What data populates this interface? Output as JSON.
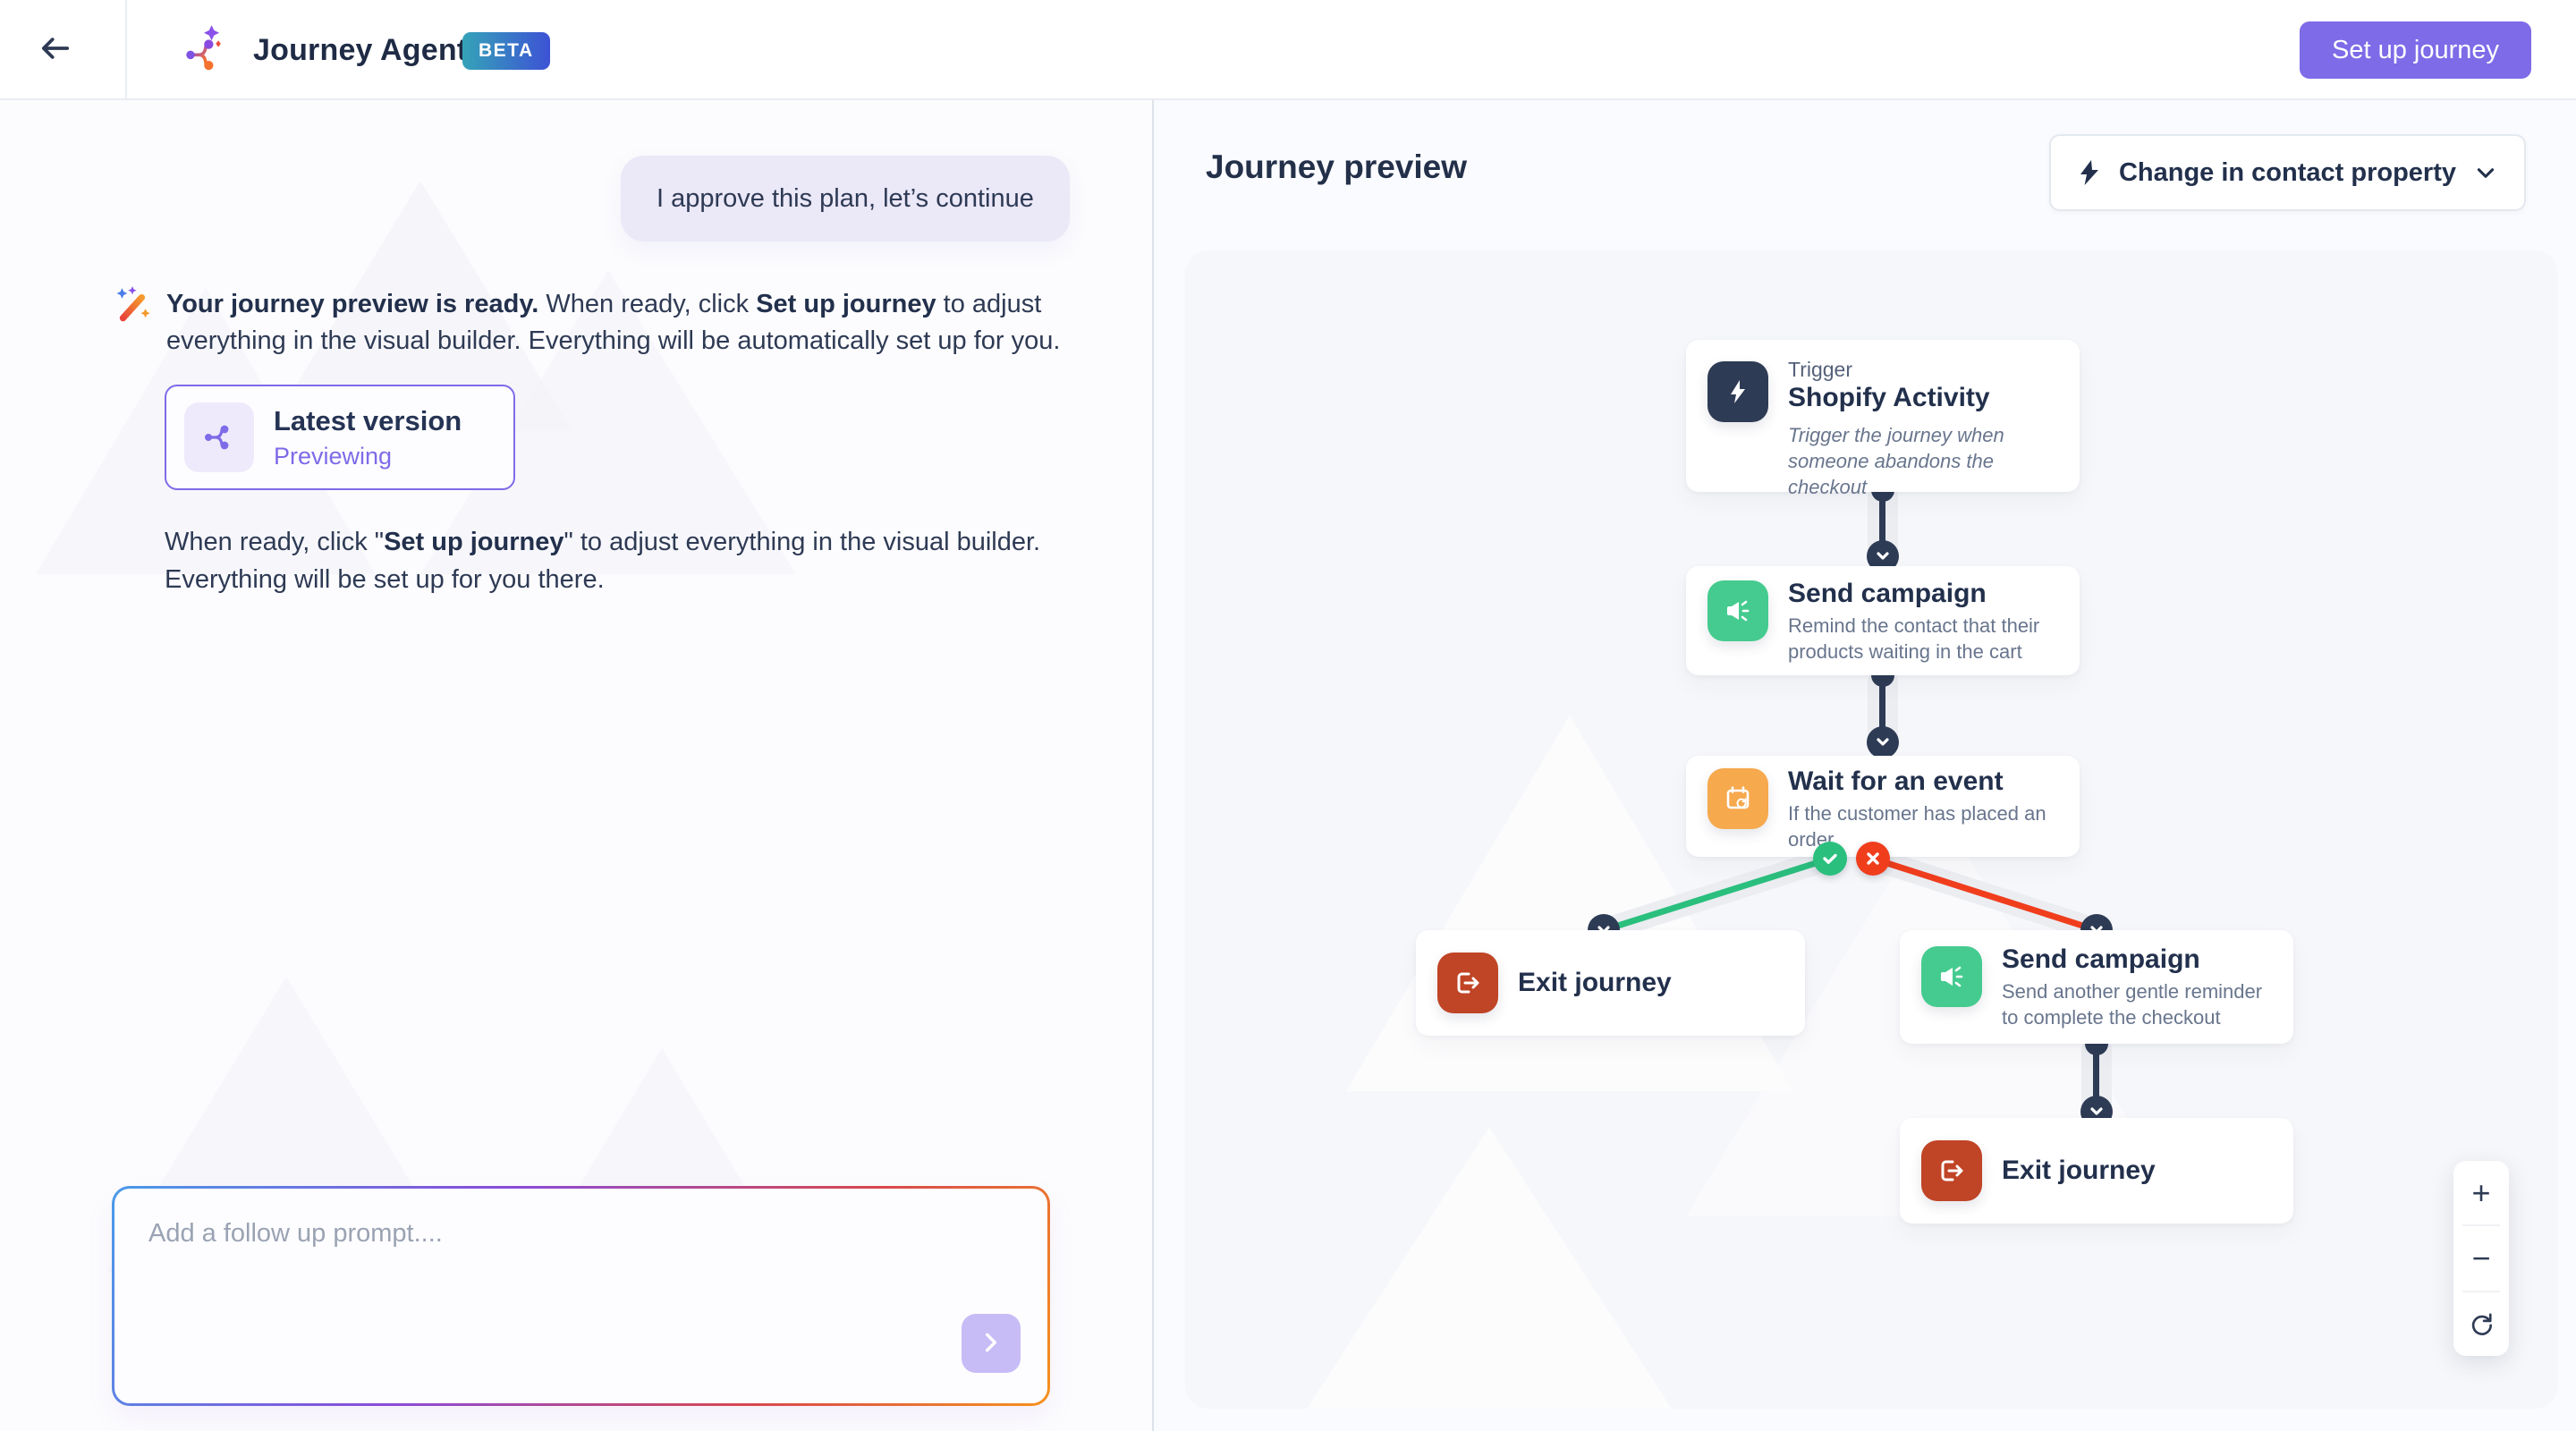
{
  "header": {
    "app_title": "Journey Agent",
    "beta_badge": "BETA",
    "setup_button_label": "Set up journey"
  },
  "chat": {
    "user_message": "I approve this plan, let’s continue",
    "assistant": {
      "intro_bold": "Your journey preview is ready.",
      "intro_rest": " When ready, click ",
      "cta_bold": "Set up journey",
      "outro": " to adjust everything in the visual builder. Everything will be automatically set up for you."
    },
    "version_card": {
      "title": "Latest version",
      "status": "Previewing"
    },
    "followup_note": {
      "pre": "When ready, click \"",
      "bold": "Set up journey",
      "post": "\" to adjust everything in the visual builder. Everything will be set up for you there."
    },
    "input": {
      "placeholder": "Add a follow up prompt...."
    }
  },
  "preview": {
    "title": "Journey preview",
    "dropdown": {
      "label": "Change in contact property"
    },
    "nodes": {
      "trigger": {
        "kicker": "Trigger",
        "title": "Shopify Activity",
        "description": "Trigger the journey when someone abandons the checkout"
      },
      "send_campaign_1": {
        "title": "Send campaign",
        "description": "Remind the contact that their products waiting in the cart"
      },
      "wait_event": {
        "title": "Wait for an event",
        "description": "If the customer has placed an order"
      },
      "exit_left": {
        "title": "Exit journey"
      },
      "send_campaign_2": {
        "title": "Send campaign",
        "description": "Send another gentle reminder to complete the checkout"
      },
      "exit_bottom": {
        "title": "Exit journey"
      }
    },
    "zoom_controls": {
      "zoom_in": "+",
      "zoom_out": "−"
    }
  },
  "colors": {
    "accent_purple": "#7d6be8",
    "navy": "#2e3b55",
    "node_green": "#45cb8f",
    "node_orange": "#f6a94d",
    "node_rust": "#c04426",
    "branch_yes_green": "#2bbf7e",
    "branch_no_red": "#f03e1d",
    "beta_gradient_start": "#35a3b8",
    "beta_gradient_end": "#3d52d5"
  }
}
